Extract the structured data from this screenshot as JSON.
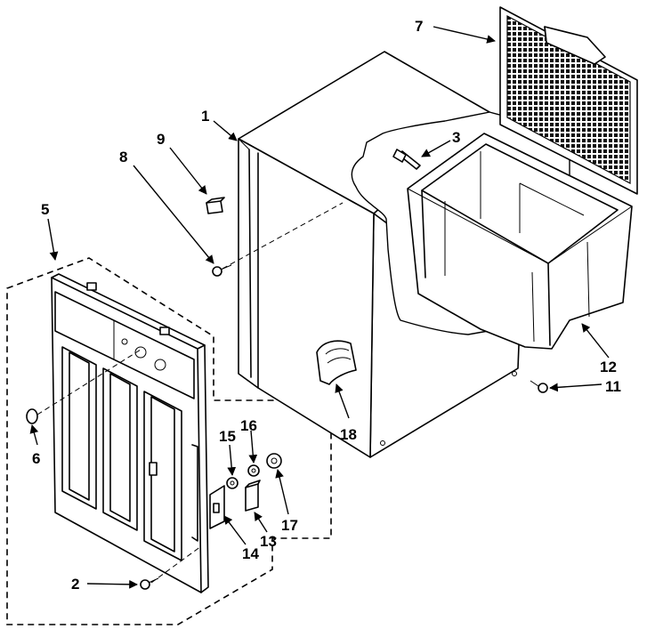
{
  "callouts": {
    "c1": "1",
    "c2": "2",
    "c3": "3",
    "c5": "5",
    "c6": "6",
    "c7": "7",
    "c8": "8",
    "c9": "9",
    "c11": "11",
    "c12": "12",
    "c13": "13",
    "c14": "14",
    "c15": "15",
    "c16": "16",
    "c17": "17",
    "c18": "18"
  }
}
